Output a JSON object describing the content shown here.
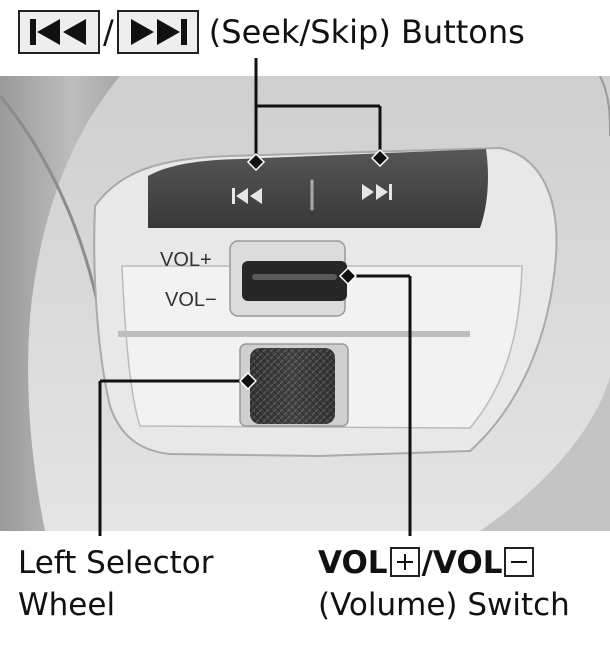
{
  "header": {
    "slash": "/",
    "text": "(Seek/Skip) Buttons",
    "seek_icon": "skip-back-icon",
    "skip_icon": "skip-forward-icon"
  },
  "controls": {
    "vol_plus_label": "VOL+",
    "vol_minus_label": "VOL−"
  },
  "labels": {
    "left_line1": "Left Selector",
    "left_line2": "Wheel",
    "right_vol1": "VOL",
    "right_slash": "/",
    "right_vol2": "VOL",
    "right_line2": "(Volume) Switch",
    "plus_icon": "plus-box-icon",
    "minus_icon": "minus-box-icon"
  },
  "colors": {
    "leader": "#111111",
    "photo_bg": "#d9d9d9",
    "button_panel": "#4a4a4a"
  }
}
